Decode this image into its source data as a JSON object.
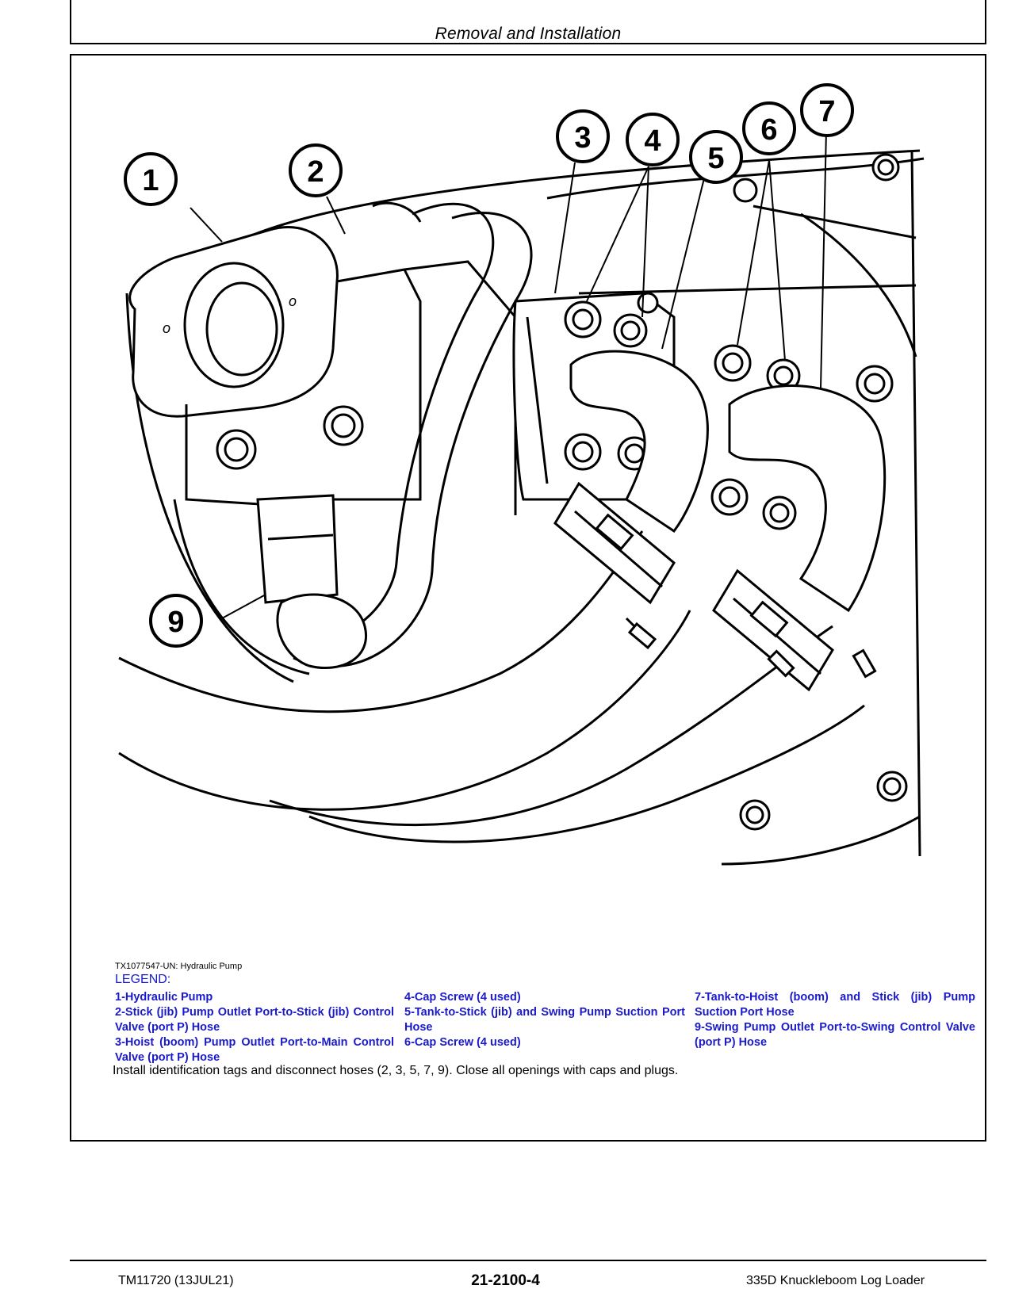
{
  "header": {
    "section_title": "Removal and Installation"
  },
  "figure": {
    "caption": "TX1077547-UN: Hydraulic Pump",
    "callouts": [
      "1",
      "2",
      "3",
      "4",
      "5",
      "6",
      "7",
      "9"
    ]
  },
  "legend": {
    "title": "LEGEND:",
    "columns": [
      [
        "1-Hydraulic Pump",
        "2-Stick (jib) Pump Outlet Port-to-Stick (jib) Control Valve (port P) Hose",
        "3-Hoist (boom) Pump Outlet Port-to-Main Control Valve (port P) Hose"
      ],
      [
        "4-Cap Screw (4 used)",
        "5-Tank-to-Stick (jib) and Swing Pump Suction Port Hose",
        "6-Cap Screw (4 used)"
      ],
      [
        "7-Tank-to-Hoist (boom) and Stick (jib) Pump Suction Port Hose",
        "9-Swing Pump Outlet Port-to-Swing Control Valve (port P) Hose"
      ]
    ]
  },
  "instruction": "Install identification tags and disconnect hoses (2, 3, 5, 7, 9). Close all openings with caps and plugs.",
  "footer": {
    "manual": "TM11720 (13JUL21)",
    "page": "21-2100-4",
    "product": "335D Knuckleboom Log Loader"
  }
}
